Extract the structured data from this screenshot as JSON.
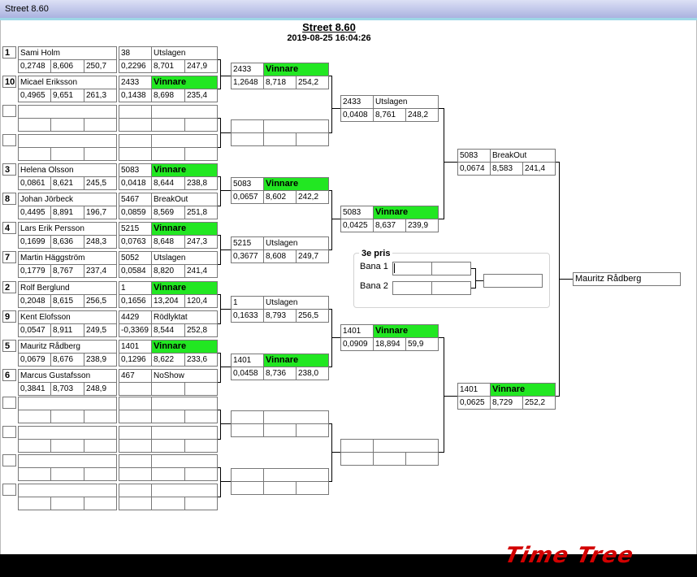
{
  "window": {
    "title": "Street 8.60"
  },
  "header": {
    "title": "Street 8.60",
    "datetime": "2019-08-25 16:04:26"
  },
  "bracket": {
    "round1": [
      {
        "seed": "1",
        "name": "Sami Holm",
        "rt": "0,2748",
        "et": "8,606",
        "speed": "250,7",
        "track_no": "38",
        "result": "Utslagen",
        "win": false,
        "rt2": "0,2296",
        "et2": "8,701",
        "speed2": "247,9"
      },
      {
        "seed": "10",
        "name": "Micael Eriksson",
        "rt": "0,4965",
        "et": "9,651",
        "speed": "261,3",
        "track_no": "2433",
        "result": "Vinnare",
        "win": true,
        "rt2": "0,1438",
        "et2": "8,698",
        "speed2": "235,4"
      },
      {
        "seed": "",
        "name": "",
        "rt": "",
        "et": "",
        "speed": "",
        "track_no": "",
        "result": "",
        "win": false,
        "rt2": "",
        "et2": "",
        "speed2": ""
      },
      {
        "seed": "",
        "name": "",
        "rt": "",
        "et": "",
        "speed": "",
        "track_no": "",
        "result": "",
        "win": false,
        "rt2": "",
        "et2": "",
        "speed2": ""
      },
      {
        "seed": "3",
        "name": "Helena Olsson",
        "rt": "0,0861",
        "et": "8,621",
        "speed": "245,5",
        "track_no": "5083",
        "result": "Vinnare",
        "win": true,
        "rt2": "0,0418",
        "et2": "8,644",
        "speed2": "238,8"
      },
      {
        "seed": "8",
        "name": "Johan Jörbeck",
        "rt": "0,4495",
        "et": "8,891",
        "speed": "196,7",
        "track_no": "5467",
        "result": "BreakOut",
        "win": false,
        "rt2": "0,0859",
        "et2": "8,569",
        "speed2": "251,8"
      },
      {
        "seed": "4",
        "name": "Lars Erik Persson",
        "rt": "0,1699",
        "et": "8,636",
        "speed": "248,3",
        "track_no": "5215",
        "result": "Vinnare",
        "win": true,
        "rt2": "0,0763",
        "et2": "8,648",
        "speed2": "247,3"
      },
      {
        "seed": "7",
        "name": "Martin Häggström",
        "rt": "0,1779",
        "et": "8,767",
        "speed": "237,4",
        "track_no": "5052",
        "result": "Utslagen",
        "win": false,
        "rt2": "0,0584",
        "et2": "8,820",
        "speed2": "241,4"
      },
      {
        "seed": "2",
        "name": "Rolf Berglund",
        "rt": "0,2048",
        "et": "8,615",
        "speed": "256,5",
        "track_no": "1",
        "result": "Vinnare",
        "win": true,
        "rt2": "0,1656",
        "et2": "13,204",
        "speed2": "120,4"
      },
      {
        "seed": "9",
        "name": "Kent Elofsson",
        "rt": "0,0547",
        "et": "8,911",
        "speed": "249,5",
        "track_no": "4429",
        "result": "Rödlyktat",
        "win": false,
        "rt2": "-0,3369",
        "et2": "8,544",
        "speed2": "252,8"
      },
      {
        "seed": "5",
        "name": "Mauritz Rådberg",
        "rt": "0,0679",
        "et": "8,676",
        "speed": "238,9",
        "track_no": "1401",
        "result": "Vinnare",
        "win": true,
        "rt2": "0,1296",
        "et2": "8,622",
        "speed2": "233,6"
      },
      {
        "seed": "6",
        "name": "Marcus Gustafsson",
        "rt": "0,3841",
        "et": "8,703",
        "speed": "248,9",
        "track_no": "467",
        "result": "NoShow",
        "win": false,
        "rt2": "",
        "et2": "",
        "speed2": ""
      },
      {
        "seed": "",
        "name": "",
        "rt": "",
        "et": "",
        "speed": "",
        "track_no": "",
        "result": "",
        "win": false,
        "rt2": "",
        "et2": "",
        "speed2": ""
      },
      {
        "seed": "",
        "name": "",
        "rt": "",
        "et": "",
        "speed": "",
        "track_no": "",
        "result": "",
        "win": false,
        "rt2": "",
        "et2": "",
        "speed2": ""
      },
      {
        "seed": "",
        "name": "",
        "rt": "",
        "et": "",
        "speed": "",
        "track_no": "",
        "result": "",
        "win": false,
        "rt2": "",
        "et2": "",
        "speed2": ""
      },
      {
        "seed": "",
        "name": "",
        "rt": "",
        "et": "",
        "speed": "",
        "track_no": "",
        "result": "",
        "win": false,
        "rt2": "",
        "et2": "",
        "speed2": ""
      }
    ],
    "round2": [
      {
        "no": "2433",
        "result": "Vinnare",
        "win": true,
        "rt": "1,2648",
        "et": "8,718",
        "speed": "254,2"
      },
      {
        "no": "",
        "result": "",
        "win": false,
        "rt": "",
        "et": "",
        "speed": ""
      },
      {
        "no": "5083",
        "result": "Vinnare",
        "win": true,
        "rt": "0,0657",
        "et": "8,602",
        "speed": "242,2"
      },
      {
        "no": "5215",
        "result": "Utslagen",
        "win": false,
        "rt": "0,3677",
        "et": "8,608",
        "speed": "249,7"
      },
      {
        "no": "1",
        "result": "Utslagen",
        "win": false,
        "rt": "0,1633",
        "et": "8,793",
        "speed": "256,5"
      },
      {
        "no": "1401",
        "result": "Vinnare",
        "win": true,
        "rt": "0,0458",
        "et": "8,736",
        "speed": "238,0"
      },
      {
        "no": "",
        "result": "",
        "win": false,
        "rt": "",
        "et": "",
        "speed": ""
      },
      {
        "no": "",
        "result": "",
        "win": false,
        "rt": "",
        "et": "",
        "speed": ""
      }
    ],
    "round3": [
      {
        "no": "2433",
        "result": "Utslagen",
        "win": false,
        "rt": "0,0408",
        "et": "8,761",
        "speed": "248,2"
      },
      {
        "no": "5083",
        "result": "Vinnare",
        "win": true,
        "rt": "0,0425",
        "et": "8,637",
        "speed": "239,9"
      },
      {
        "no": "1401",
        "result": "Vinnare",
        "win": true,
        "rt": "0,0909",
        "et": "18,894",
        "speed": "59,9"
      },
      {
        "no": "",
        "result": "",
        "win": false,
        "rt": "",
        "et": "",
        "speed": ""
      }
    ],
    "round4": [
      {
        "no": "5083",
        "result": "BreakOut",
        "win": false,
        "rt": "0,0674",
        "et": "8,583",
        "speed": "241,4"
      },
      {
        "no": "1401",
        "result": "Vinnare",
        "win": true,
        "rt": "0,0625",
        "et": "8,729",
        "speed": "252,2"
      }
    ],
    "champion": "Mauritz Rådberg"
  },
  "third_place": {
    "label": "3e pris",
    "lane1": "Bana 1",
    "lane2": "Bana 2"
  },
  "logo": "Time Tree",
  "colors": {
    "winner": "#22e722",
    "title_bar": "#aab2e0",
    "logo": "#d20000"
  }
}
